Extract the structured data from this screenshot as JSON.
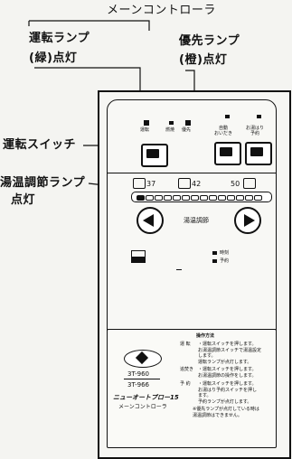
{
  "labels": {
    "title": "メーンコントローラ",
    "run_lamp_line1": "運転ランプ",
    "run_lamp_line2": "(緑)点灯",
    "priority_lamp_line1": "優先ランプ",
    "priority_lamp_line2": "(橙)点灯",
    "run_switch": "運転スイッチ",
    "temp_lamp_line1": "湯温調節ランプ",
    "temp_lamp_line2": "点灯"
  },
  "controller": {
    "indicators": [
      "運転",
      "燃焼",
      "優先"
    ],
    "priority_button_label": "自動\nおいだき",
    "button_right_label": "お湯はり\n予約",
    "temp_low": "37",
    "temp_mid": "42",
    "temp_high": "50",
    "temp_adjust_label": "湯温調節",
    "status_items": [
      "時刻",
      "予約"
    ],
    "model_numbers": [
      "3T-960",
      "3T-966"
    ],
    "brand_line": "ニューオートプロー15",
    "product_name": "メーンコントローラ",
    "instructions_title": "操作方法",
    "instructions": [
      {
        "key": "運 転",
        "lines": [
          "・運転スイッチを押します。",
          "  お湯温調節スイッチで湯温設定",
          "  します。",
          "  運転ランプが点灯します。"
        ]
      },
      {
        "key": "追焚き",
        "lines": [
          "・運転スイッチを押します。",
          "  お湯温調節の操作をします。"
        ]
      },
      {
        "key": "予 約",
        "lines": [
          "・運転スイッチを押します。",
          "  お湯はり予約スイッチを押し",
          "  ます。",
          "  予約ランプが点灯します。"
        ]
      },
      {
        "key": "",
        "lines": [
          "※優先ランプが点灯している時は",
          "  湯温調節はできません。"
        ]
      }
    ]
  }
}
